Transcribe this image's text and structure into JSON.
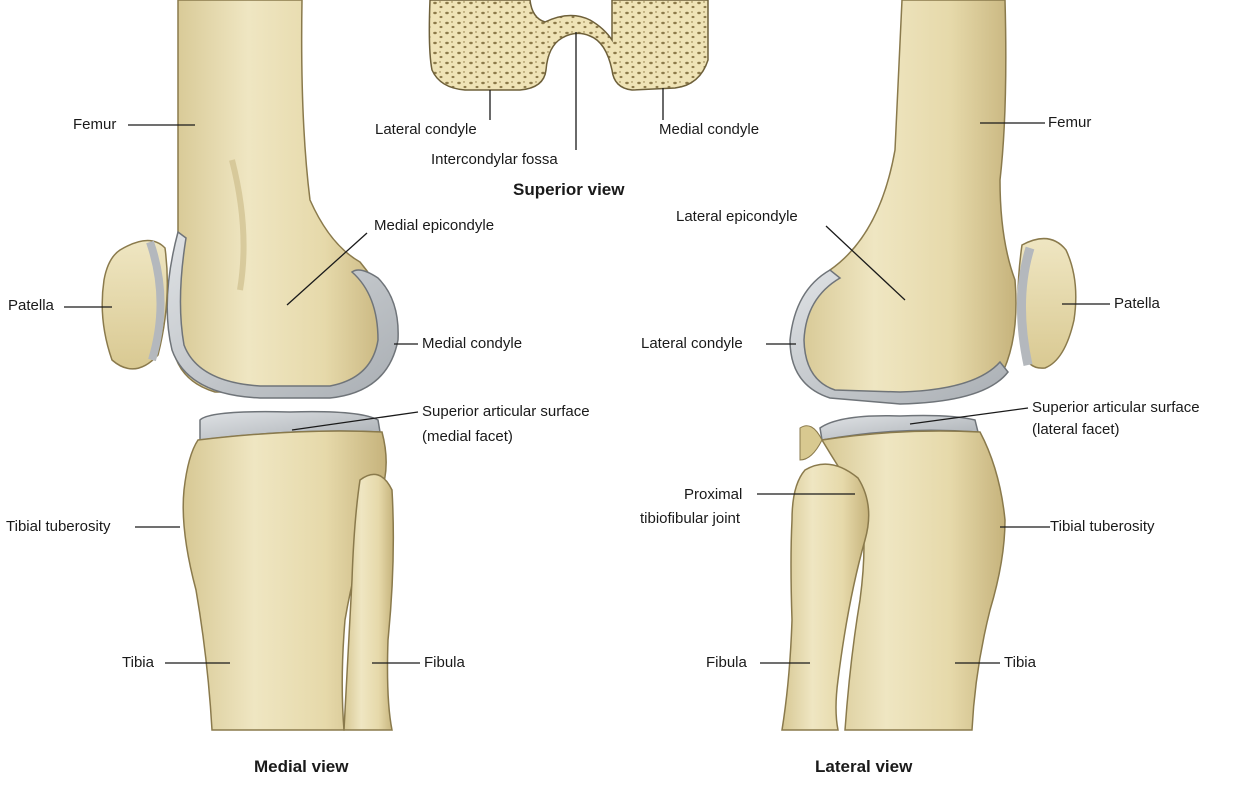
{
  "superior_view": {
    "title": "Superior view",
    "labels": {
      "lateral_condyle": "Lateral condyle",
      "intercondylar_fossa": "Intercondylar fossa",
      "medial_condyle": "Medial condyle"
    }
  },
  "medial_view": {
    "title": "Medial view",
    "labels": {
      "femur": "Femur",
      "medial_epicondyle": "Medial epicondyle",
      "patella": "Patella",
      "medial_condyle": "Medial condyle",
      "superior_articular_surface_1": "Superior articular surface",
      "superior_articular_surface_2": "(medial facet)",
      "tibial_tuberosity": "Tibial tuberosity",
      "tibia": "Tibia",
      "fibula": "Fibula"
    }
  },
  "lateral_view": {
    "title": "Lateral view",
    "labels": {
      "femur": "Femur",
      "lateral_epicondyle": "Lateral epicondyle",
      "patella": "Patella",
      "lateral_condyle": "Lateral condyle",
      "superior_articular_surface_1": "Superior articular surface",
      "superior_articular_surface_2": "(lateral facet)",
      "proximal_joint_1": "Proximal",
      "proximal_joint_2": "tibiofibular joint",
      "tibial_tuberosity": "Tibial tuberosity",
      "tibia": "Tibia",
      "fibula": "Fibula"
    }
  },
  "colors": {
    "bone": "#eadfb4",
    "bone_shade": "#c9b985",
    "bone_outline": "#8a7a4c",
    "cartilage": "#c9ccd0",
    "cartilage_outline": "#6f7479",
    "leader_line": "#1a1a1a"
  }
}
